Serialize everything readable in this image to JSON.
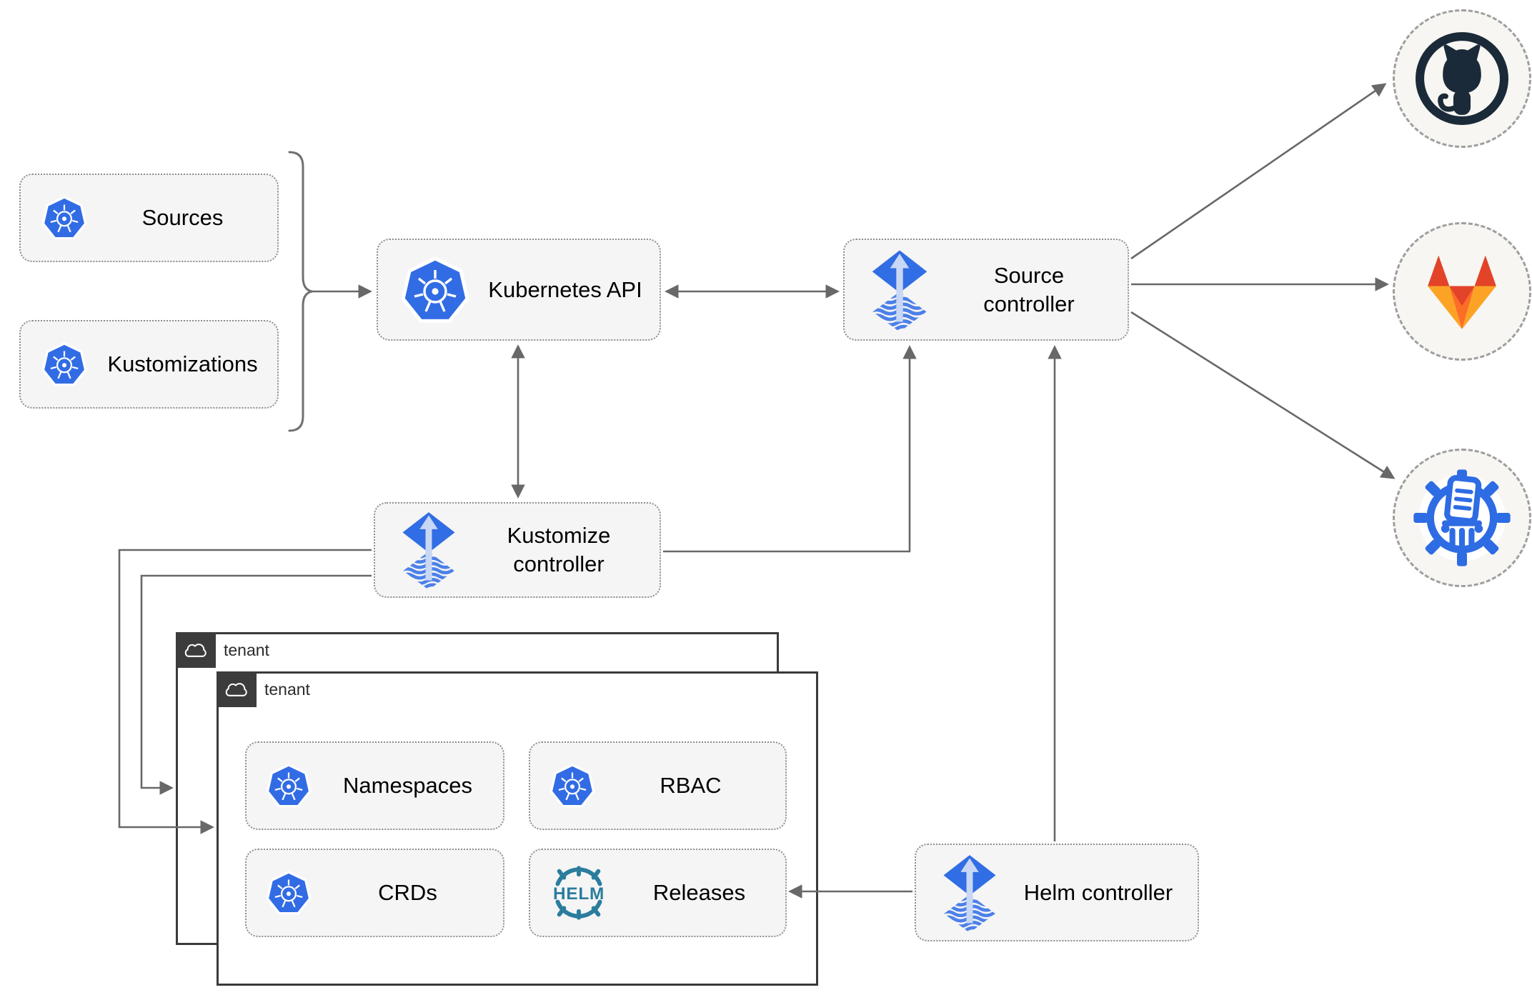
{
  "nodes": {
    "sources": {
      "label": "Sources",
      "icon": "kubernetes-icon"
    },
    "kustomizations": {
      "label": "Kustomizations",
      "icon": "kubernetes-icon"
    },
    "kubernetes_api": {
      "label": "Kubernetes API",
      "icon": "kubernetes-icon"
    },
    "source_controller": {
      "label": "Source controller",
      "icon": "flux-icon"
    },
    "kustomize_controller": {
      "label": "Kustomize controller",
      "icon": "flux-icon"
    },
    "helm_controller": {
      "label": "Helm controller",
      "icon": "flux-icon"
    }
  },
  "tenants": {
    "back": {
      "label": "tenant",
      "icon": "cloud-icon"
    },
    "front": {
      "label": "tenant",
      "icon": "cloud-icon",
      "children": {
        "namespaces": {
          "label": "Namespaces",
          "icon": "kubernetes-icon"
        },
        "rbac": {
          "label": "RBAC",
          "icon": "kubernetes-icon"
        },
        "crds": {
          "label": "CRDs",
          "icon": "kubernetes-icon"
        },
        "releases": {
          "label": "Releases",
          "icon": "helm-icon",
          "icon_text": "HELM"
        }
      }
    }
  },
  "remotes": {
    "github": {
      "icon": "github-icon"
    },
    "gitlab": {
      "icon": "gitlab-icon"
    },
    "helm_repository": {
      "icon": "helm-repository-icon"
    }
  },
  "edges": [
    {
      "from": "sources-and-kustomizations",
      "to": "kubernetes-api",
      "style": "arrow"
    },
    {
      "from": "kubernetes-api",
      "to": "source-controller",
      "style": "double-arrow"
    },
    {
      "from": "kubernetes-api",
      "to": "kustomize-controller",
      "style": "double-arrow"
    },
    {
      "from": "kustomize-controller",
      "to": "source-controller",
      "style": "arrow"
    },
    {
      "from": "kustomize-controller",
      "to": "tenant-front",
      "style": "arrow"
    },
    {
      "from": "kustomize-controller",
      "to": "tenant-back",
      "style": "arrow"
    },
    {
      "from": "helm-controller",
      "to": "source-controller",
      "style": "arrow"
    },
    {
      "from": "helm-controller",
      "to": "releases",
      "style": "arrow"
    },
    {
      "from": "source-controller",
      "to": "github",
      "style": "arrow"
    },
    {
      "from": "source-controller",
      "to": "gitlab",
      "style": "arrow"
    },
    {
      "from": "source-controller",
      "to": "helm-repository",
      "style": "arrow"
    }
  ],
  "colors": {
    "kubernetes_blue": "#326ce5",
    "flux_blue": "#316de4",
    "flux_light": "#c7d7f4",
    "helm_teal": "#2b7d9d",
    "github_dark": "#1b2a38",
    "gitlab_red": "#e24329",
    "gitlab_orange": "#fc6d26",
    "gitlab_amber": "#fca326",
    "box_background": "#f5f5f5",
    "arrow_gray": "#686868",
    "tenant_border": "#3a3a3a"
  }
}
